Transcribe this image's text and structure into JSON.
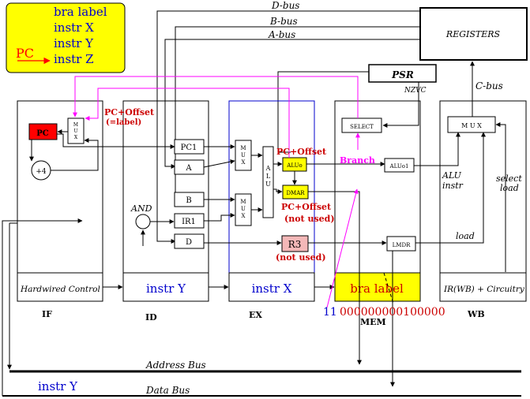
{
  "legend": {
    "items": [
      "bra label",
      "instr X",
      "instr Y",
      "instr Z"
    ],
    "pc_label": "PC",
    "colors": {
      "bg": "#ffff00",
      "text": "#0000cc",
      "pc": "#ff0000"
    }
  },
  "buses": {
    "d_bus": "D-bus",
    "b_bus": "B-bus",
    "a_bus": "A-bus",
    "c_bus": "C-bus",
    "address_bus": "Address Bus",
    "data_bus": "Data Bus"
  },
  "blocks": {
    "registers": "REGISTERS",
    "psr": "PSR",
    "nzvc": "NZVC",
    "select": "SELECT",
    "mux_wb": "M U X",
    "pc": "PC",
    "plus4": "+4",
    "mux_if": [
      "M",
      "U",
      "X"
    ],
    "pc1": "PC1",
    "a": "A",
    "b": "B",
    "ir1": "IR1",
    "d": "D",
    "and": "AND",
    "mux_ex1": [
      "M",
      "U",
      "X"
    ],
    "mux_ex2": [
      "M",
      "U",
      "X"
    ],
    "alu": [
      "A",
      "L",
      "U"
    ],
    "aluo": "ALUo",
    "dmar": "DMAR",
    "r3": "R3",
    "aluo1": "ALUo1",
    "lmdr": "LMDR"
  },
  "annotations": {
    "pc_offset_label_1": "PC+Offset",
    "pc_offset_label_2": "(=label)",
    "pc_offset_ex": "PC+Offset",
    "branch": "Branch",
    "pc_offset_not_used_1": "PC+Offset",
    "pc_offset_not_used_2": "(not used)",
    "r3_not_used": "(not used)",
    "alu_instr_1": "ALU",
    "alu_instr_2": "instr",
    "select_load_1": "select",
    "select_load_2": "load",
    "load": "load"
  },
  "stages": {
    "if_name": "IF",
    "id_name": "ID",
    "ex_name": "EX",
    "mem_name": "MEM",
    "wb_name": "WB",
    "if_content": "Hardwired Control",
    "id_content": "instr Y",
    "ex_content": "instr X",
    "mem_content": "bra  label",
    "wb_content": "IR(WB) + Circuitry"
  },
  "encoding": {
    "opcode": "11",
    "offset": "000000000100000"
  },
  "data_bus_instr": "instr Y",
  "colors": {
    "magenta": "#ff00ff",
    "red": "#cc0000",
    "blue": "#0000cc",
    "yellow": "#ffff00",
    "pc_red": "#ff0000",
    "r3_pink": "#f4b8b8"
  }
}
